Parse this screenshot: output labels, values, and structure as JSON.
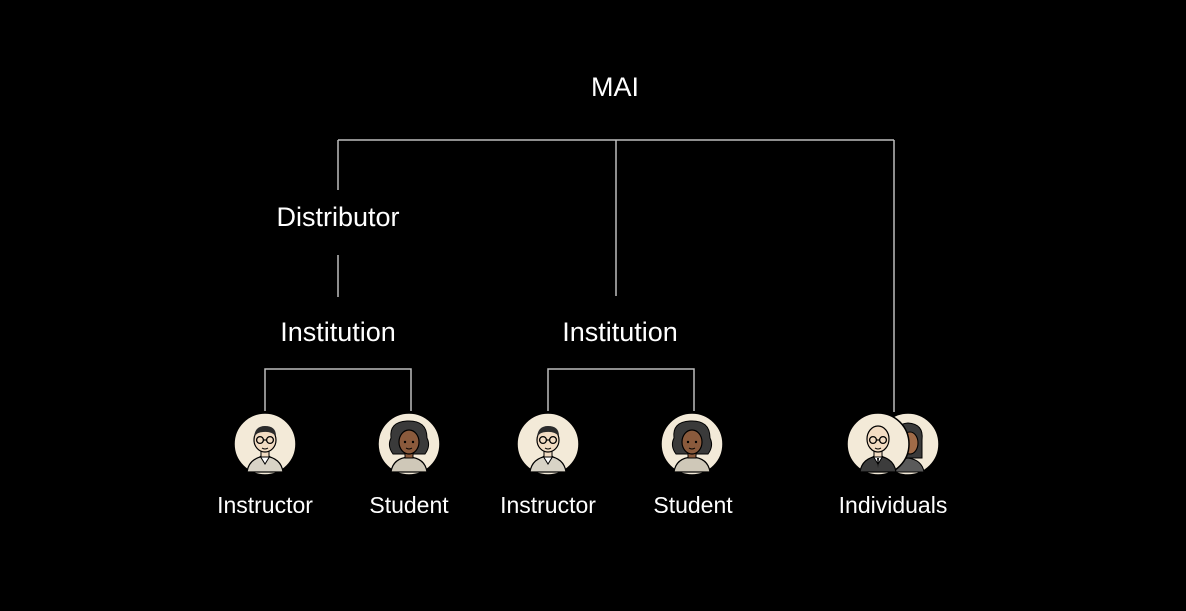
{
  "diagram": {
    "root": {
      "label": "MAI"
    },
    "distributor": {
      "label": "Distributor"
    },
    "institutions": [
      {
        "label": "Institution"
      },
      {
        "label": "Institution"
      }
    ],
    "leaves": [
      {
        "label": "Instructor",
        "icon": "instructor-avatar-icon"
      },
      {
        "label": "Student",
        "icon": "student-avatar-icon"
      },
      {
        "label": "Instructor",
        "icon": "instructor-avatar-icon"
      },
      {
        "label": "Student",
        "icon": "student-avatar-icon"
      },
      {
        "label": "Individuals",
        "icon": "individuals-avatar-group-icon"
      }
    ],
    "colors": {
      "background": "#000000",
      "text": "#ffffff",
      "connector": "#bdbdbd",
      "avatar_bg": "#f3ead8"
    }
  }
}
